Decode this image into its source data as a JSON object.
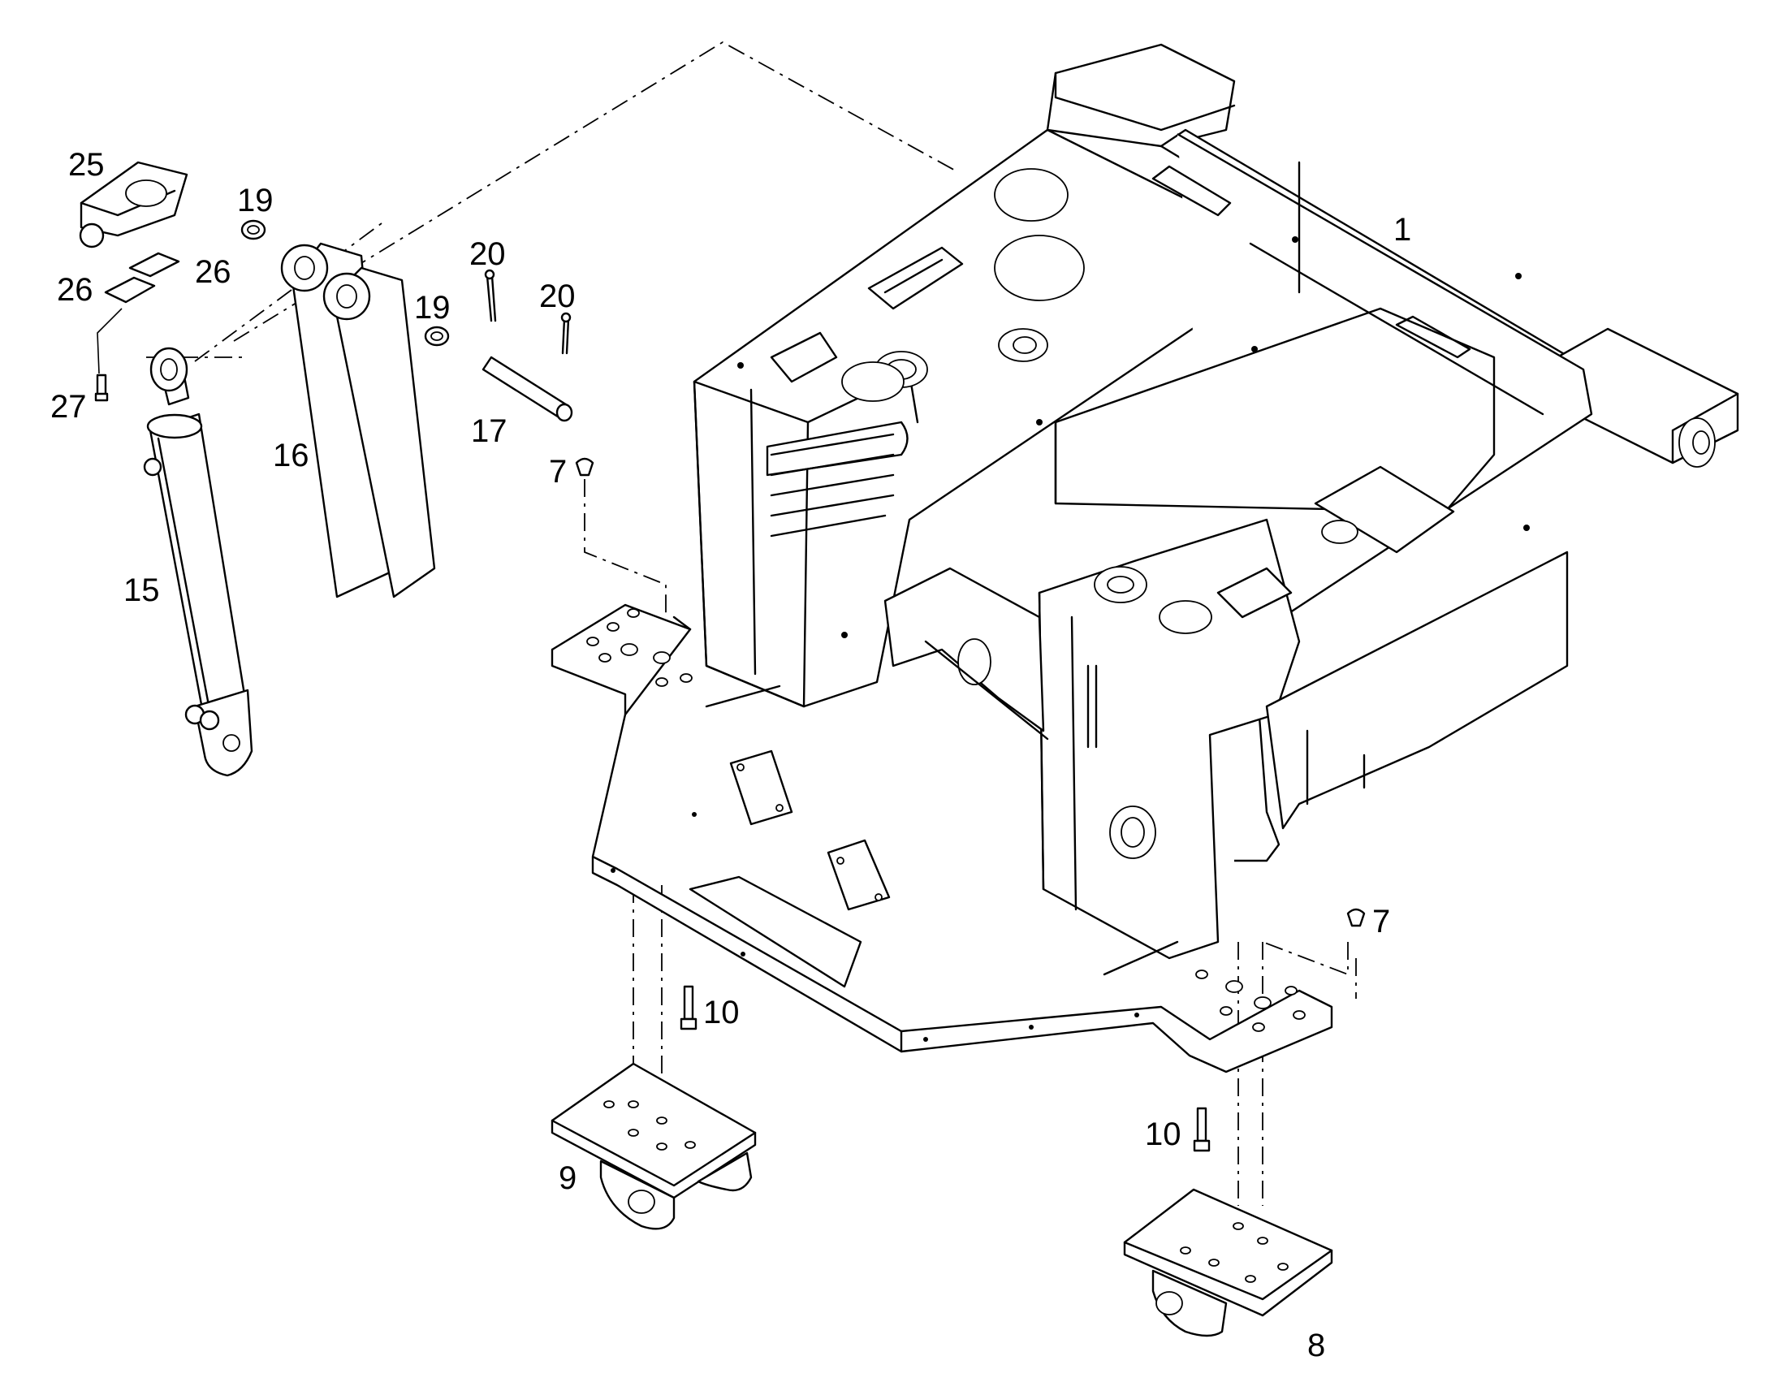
{
  "callouts": [
    {
      "label": "1"
    },
    {
      "label": "25"
    },
    {
      "label": "19"
    },
    {
      "label": "26"
    },
    {
      "label": "26"
    },
    {
      "label": "20"
    },
    {
      "label": "20"
    },
    {
      "label": "19"
    },
    {
      "label": "27"
    },
    {
      "label": "17"
    },
    {
      "label": "16"
    },
    {
      "label": "7"
    },
    {
      "label": "15"
    },
    {
      "label": "7"
    },
    {
      "label": "10"
    },
    {
      "label": "10"
    },
    {
      "label": "9"
    },
    {
      "label": "8"
    }
  ]
}
